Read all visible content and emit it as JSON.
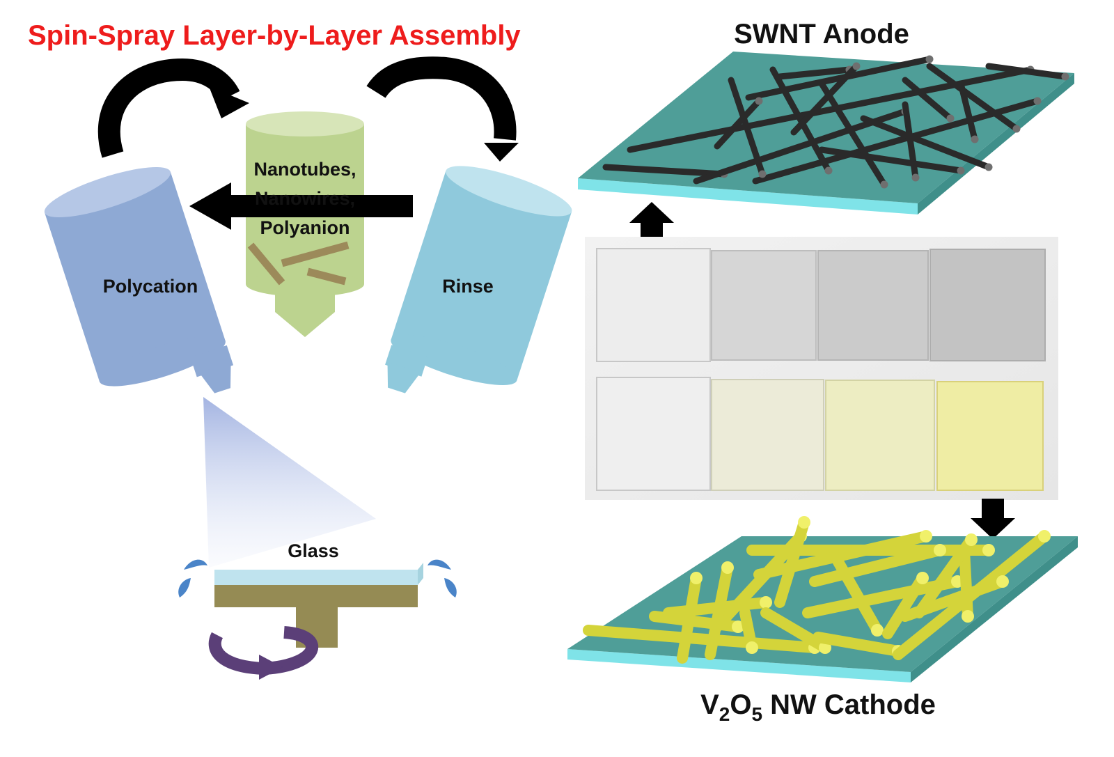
{
  "title": "Spin-Spray Layer-by-Layer Assembly",
  "bottles": {
    "polycation": "Polycation",
    "center_line1": "Nanotubes,",
    "center_line2": "Nanowires,",
    "center_line3": "Polyanion",
    "rinse": "Rinse"
  },
  "substrate_label": "Glass",
  "anode_label": "SWNT Anode",
  "cathode": {
    "prefix": "V",
    "sub1": "2",
    "middle": "O",
    "sub2": "5",
    "suffix": " NW Cathode"
  },
  "colors": {
    "title_red": "#ee1c1c",
    "polycation_blue": "#8ea9d4",
    "rinse_blue": "#8fc9dc",
    "center_green": "#bcd38f",
    "substrate_teal": "#4f9e98",
    "substrate_edge": "#7fe3e8",
    "spin_platform": "#958b54",
    "rotation_arrow": "#5b3f78",
    "wire_yellow": "#e3e34a"
  },
  "icons": [
    "curved-arrow-icon",
    "straight-arrow-icon",
    "rotation-arrow-icon",
    "droplet-icon"
  ]
}
